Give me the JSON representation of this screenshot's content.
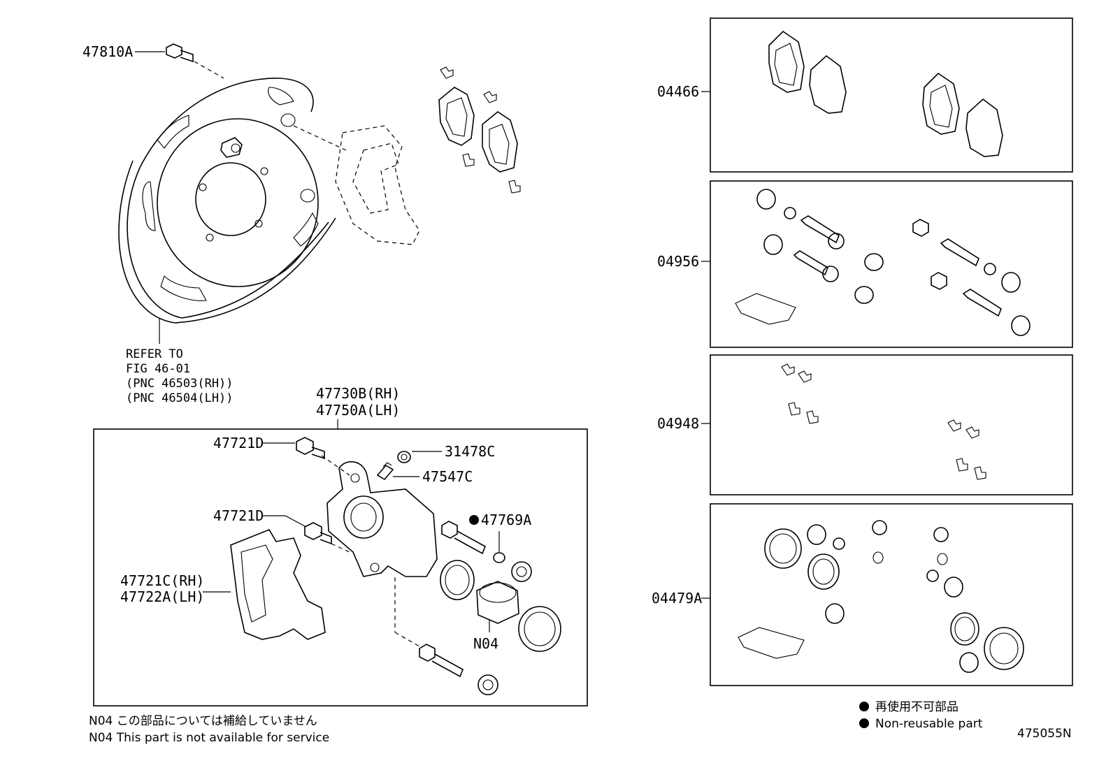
{
  "labels": {
    "p47810A": "47810A",
    "refer_to": "REFER TO",
    "fig": "FIG 46-01",
    "pnc_rh": "(PNC 46503(RH))",
    "pnc_lh": "(PNC 46504(LH))",
    "p47730B": "47730B(RH)",
    "p47750A": "47750A(LH)",
    "p47721D_top": "47721D",
    "p47721D_mid": "47721D",
    "p31478C": "31478C",
    "p47547C": "47547C",
    "p47769A": "47769A",
    "p47721C": "47721C(RH)",
    "p47722A": "47722A(LH)",
    "pN04": "N04",
    "k04466": "04466",
    "k04956": "04956",
    "k04948": "04948",
    "k04479A": "04479A"
  },
  "notes": {
    "n04_jp": "N04  この部品については補給していません",
    "n04_en": "N04  This part is not available for service"
  },
  "legend": {
    "jp": "再使用不可部品",
    "en": "Non-reusable part"
  },
  "figure_number": "475055N"
}
